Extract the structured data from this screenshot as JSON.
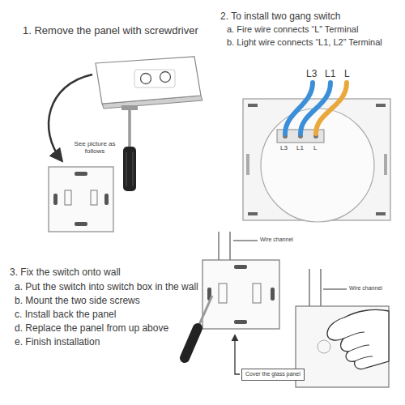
{
  "diagram": {
    "nodes": [
      {
        "text": [
          "Cover the glass panel"
        ]
      }
    ],
    "labels": [
      "1. Remove the panel with screwdriver",
      "See picture as follows",
      "2. To install two gang switch",
      "a. Fire wire connects “L” Terminal",
      "b. Light wire connects “L1, L2” Terminal",
      "L3",
      "L1",
      "L",
      "L3",
      "L1",
      "L",
      "3. Fix the switch onto wall",
      "a. Put the switch into switch box in the wall",
      "b. Mount the two side screws",
      "c. Install back the panel",
      "d. Replace the panel from up above",
      "e. Finish installation",
      "Wire channel",
      "Wire channel"
    ]
  }
}
